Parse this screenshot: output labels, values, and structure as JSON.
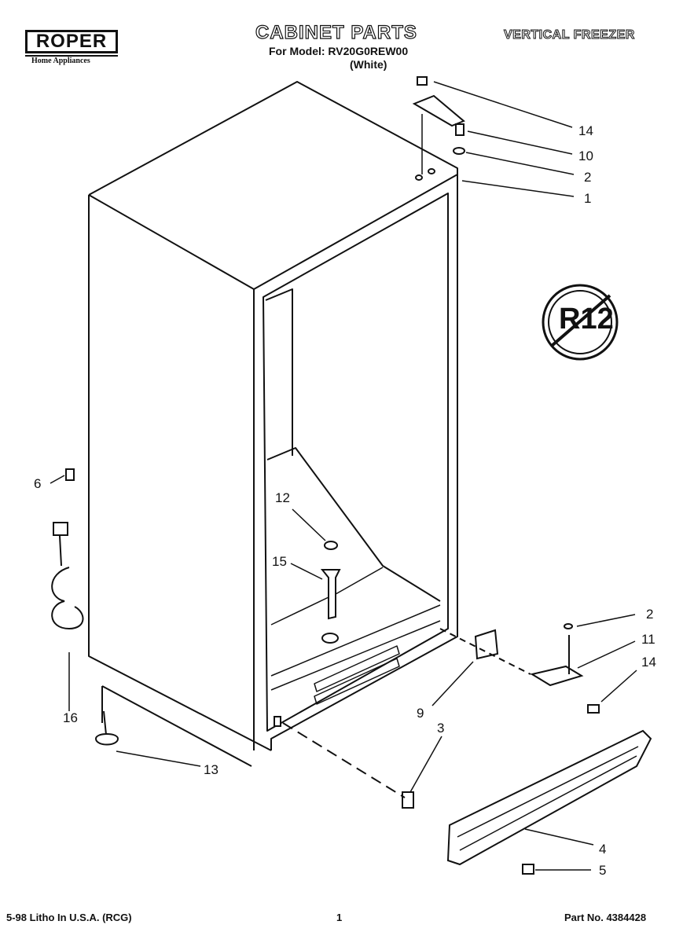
{
  "header": {
    "brand": "ROPER",
    "brand_sub": "Home Appliances",
    "title": "CABINET PARTS",
    "model_line": "For Model: RV20G0REW00",
    "model_color": "(White)",
    "category": "VERTICAL FREEZER"
  },
  "badge": {
    "text": "R12"
  },
  "callouts": {
    "c14a": "14",
    "c10": "10",
    "c2a": "2",
    "c1": "1",
    "c6": "6",
    "c12": "12",
    "c15": "15",
    "c16": "16",
    "c13": "13",
    "c2b": "2",
    "c11": "11",
    "c14b": "14",
    "c9": "9",
    "c3": "3",
    "c4": "4",
    "c5": "5"
  },
  "footer": {
    "left": "5-98 Litho In U.S.A. (RCG)",
    "center": "1",
    "right": "Part No. 4384428"
  }
}
